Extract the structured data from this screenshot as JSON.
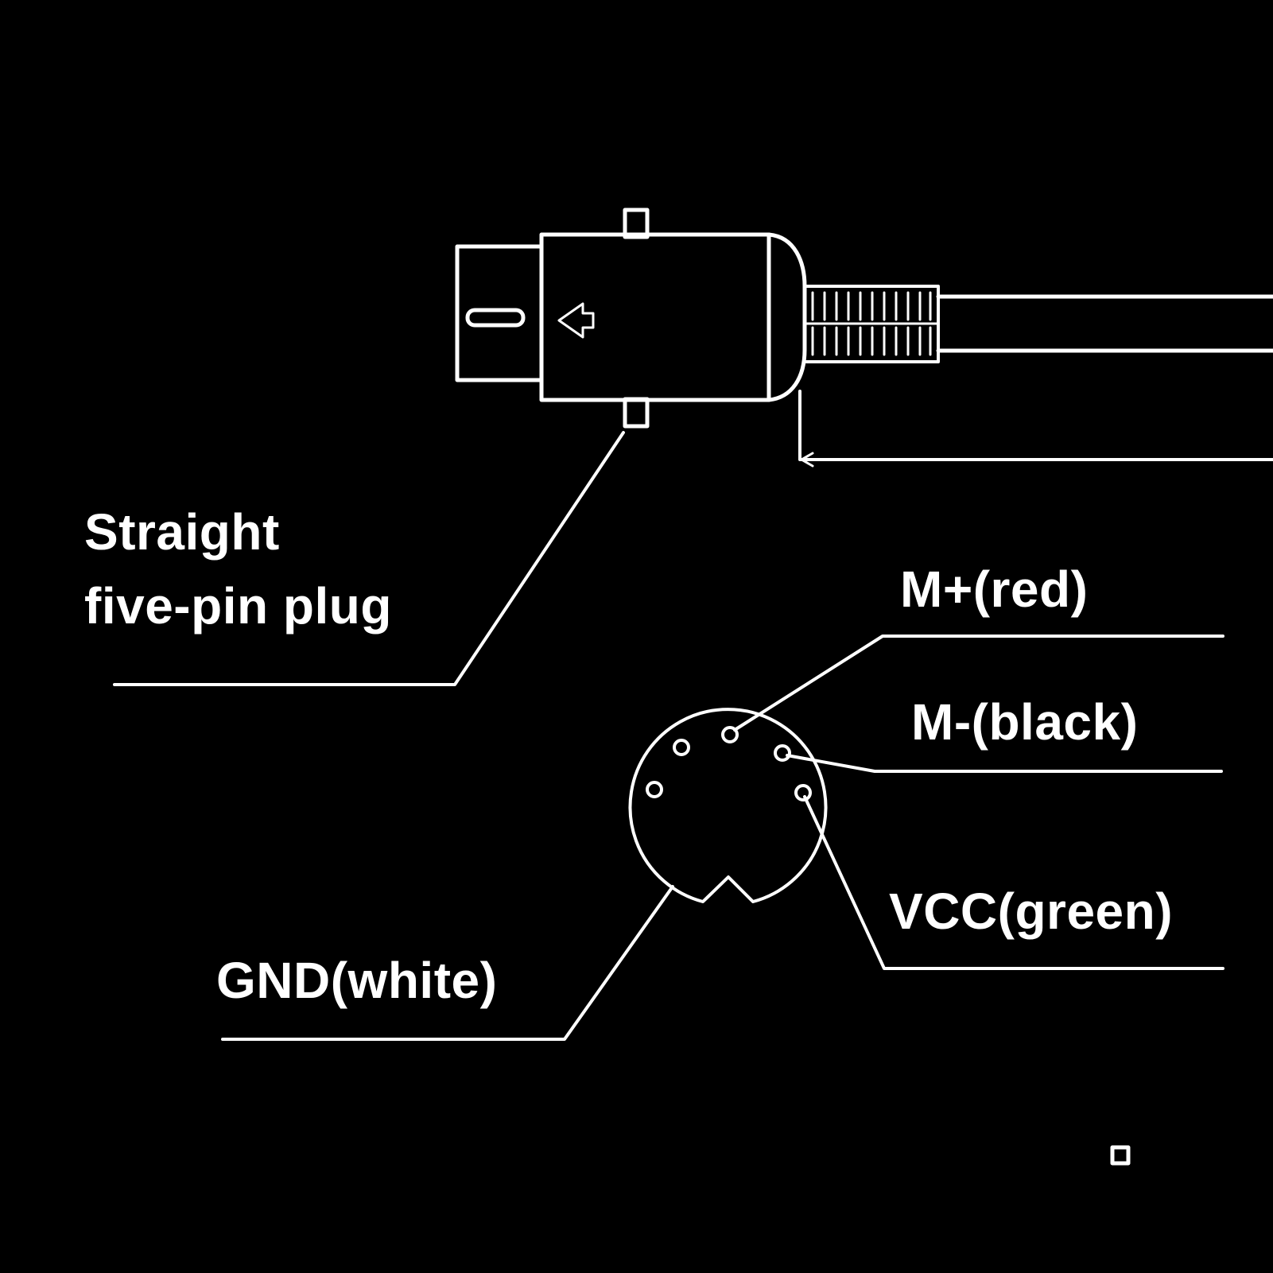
{
  "labels": {
    "plug_line1": "Straight",
    "plug_line2": "five-pin plug",
    "m_plus": "M+(red)",
    "m_minus": "M-(black)",
    "vcc": "VCC(green)",
    "gnd": "GND(white)"
  },
  "colors": {
    "background": "#000000",
    "line": "#ffffff",
    "text": "#ffffff"
  }
}
